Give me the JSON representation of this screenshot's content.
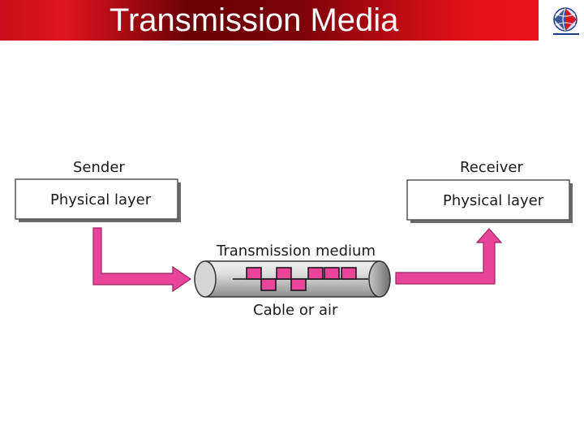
{
  "title": "Transmission Media",
  "diagram": {
    "sender": {
      "heading": "Sender",
      "box_label": "Physical layer"
    },
    "receiver": {
      "heading": "Receiver",
      "box_label": "Physical layer"
    },
    "medium": {
      "label": "Transmission medium",
      "sublabel": "Cable or air"
    }
  },
  "colors": {
    "arrow": "#e8459a",
    "signal": "#e8459a",
    "title_bar": "#c8101a",
    "title_text": "#ffffff"
  },
  "icons": [
    "globe-logo-icon"
  ]
}
